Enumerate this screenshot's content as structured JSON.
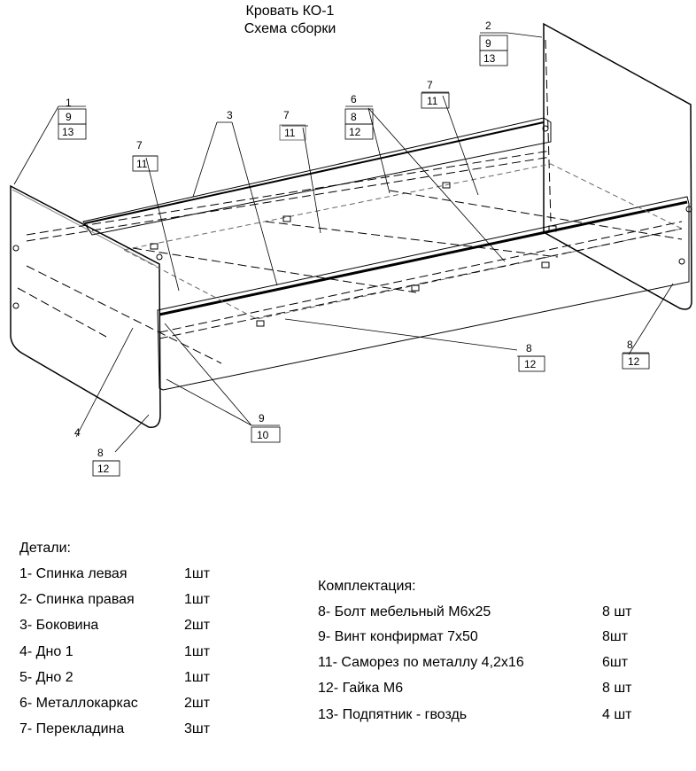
{
  "title": "Кровать КО-1",
  "subtitle": "Схема сборки",
  "callouts": {
    "c1": [
      "1",
      "9",
      "13"
    ],
    "c2": [
      "2",
      "9",
      "13"
    ],
    "c3": [
      "3"
    ],
    "c4": [
      "4"
    ],
    "c6": [
      "6",
      "8",
      "12"
    ],
    "c7a": [
      "7",
      "11"
    ],
    "c7b": [
      "7",
      "11"
    ],
    "c7c": [
      "7",
      "11"
    ],
    "c8a": [
      "8",
      "12"
    ],
    "c8b": [
      "8",
      "12"
    ],
    "c8c": [
      "8",
      "12"
    ],
    "c9": [
      "9",
      "10"
    ]
  },
  "parts": {
    "heading": "Детали:",
    "items": [
      {
        "name": "1- Спинка левая",
        "qty": "1шт"
      },
      {
        "name": "2- Спинка правая",
        "qty": "1шт"
      },
      {
        "name": "3- Боковина",
        "qty": "2шт"
      },
      {
        "name": "4- Дно 1",
        "qty": "1шт"
      },
      {
        "name": "5- Дно 2",
        "qty": "1шт"
      },
      {
        "name": "6- Металлокаркас",
        "qty": "2шт"
      },
      {
        "name": "7- Перекладина",
        "qty": "3шт"
      }
    ]
  },
  "kit": {
    "heading": "Комплектация:",
    "items": [
      {
        "name": "8- Болт мебельный М6х25",
        "qty": "8 шт"
      },
      {
        "name": "9- Винт конфирмат 7х50",
        "qty": "8шт"
      },
      {
        "name": "11- Саморез по металлу 4,2х16",
        "qty": "6шт"
      },
      {
        "name": "12- Гайка М6",
        "qty": "8 шт"
      },
      {
        "name": "13- Подпятник - гвоздь",
        "qty": "4 шт"
      }
    ]
  }
}
